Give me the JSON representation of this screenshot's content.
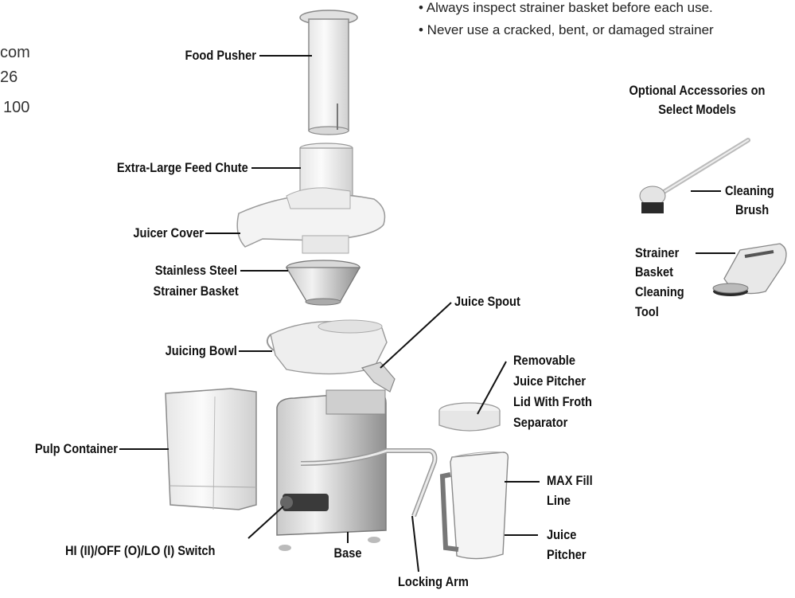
{
  "notes": [
    "• Always inspect strainer basket before each use.",
    "• Never use a cracked, bent, or damaged strainer"
  ],
  "side_fragments": [
    "com",
    "26",
    "100"
  ],
  "accessories": {
    "title_line1": "Optional Accessories on",
    "title_line2": "Select Models",
    "cleaning_brush": [
      "Cleaning",
      "Brush"
    ],
    "strainer_tool": [
      "Strainer",
      "Basket",
      "Cleaning",
      "Tool"
    ]
  },
  "labels": {
    "food_pusher": "Food Pusher",
    "feed_chute": "Extra-Large Feed Chute",
    "juicer_cover": "Juicer Cover",
    "strainer_basket": [
      "Stainless Steel",
      "Strainer Basket"
    ],
    "juice_spout": "Juice Spout",
    "juicing_bowl": "Juicing Bowl",
    "pitcher_lid": [
      "Removable",
      "Juice Pitcher",
      "Lid With Froth",
      "Separator"
    ],
    "pulp_container": "Pulp Container",
    "max_fill": [
      "MAX Fill",
      "Line"
    ],
    "juice_pitcher": [
      "Juice",
      "Pitcher"
    ],
    "switch": "HI (II)/OFF (O)/LO (I) Switch",
    "base": "Base",
    "locking_arm": "Locking Arm"
  }
}
